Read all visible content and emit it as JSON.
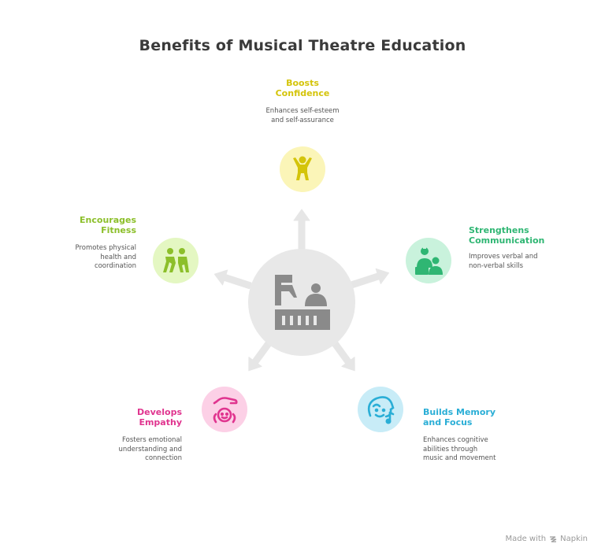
{
  "title": "Benefits of Musical Theatre Education",
  "colors": {
    "hub": "#e8e8e8",
    "arrows": "#e6e6e6",
    "confidence": "#ccbb00",
    "communication": "#2fb673",
    "memory": "#2aaed6",
    "empathy": "#e0358f",
    "fitness": "#8cbf2a"
  },
  "nodes": [
    {
      "id": "confidence",
      "title_line1": "Boosts",
      "title_line2": "Confidence",
      "desc_line1": "Enhances self-esteem",
      "desc_line2": "and self-assurance",
      "desc_line3": "",
      "icon": "child-cheering-icon"
    },
    {
      "id": "communication",
      "title_line1": "Strengthens",
      "title_line2": "Communication",
      "desc_line1": "Improves verbal and",
      "desc_line2": "non-verbal skills",
      "desc_line3": "",
      "icon": "people-talking-icon"
    },
    {
      "id": "memory",
      "title_line1": "Builds Memory",
      "title_line2": "and Focus",
      "desc_line1": "Enhances cognitive",
      "desc_line2": "abilities through",
      "desc_line3": "music and movement",
      "icon": "head-music-icon"
    },
    {
      "id": "empathy",
      "title_line1": "Develops",
      "title_line2": "Empathy",
      "desc_line1": "Fosters emotional",
      "desc_line2": "understanding and",
      "desc_line3": "connection",
      "icon": "caring-hand-icon"
    },
    {
      "id": "fitness",
      "title_line1": "Encourages",
      "title_line2": "Fitness",
      "desc_line1": "Promotes physical",
      "desc_line2": "health and",
      "desc_line3": "coordination",
      "icon": "people-exercising-icon"
    }
  ],
  "footer": {
    "made_with": "Made with",
    "brand": "Napkin"
  }
}
